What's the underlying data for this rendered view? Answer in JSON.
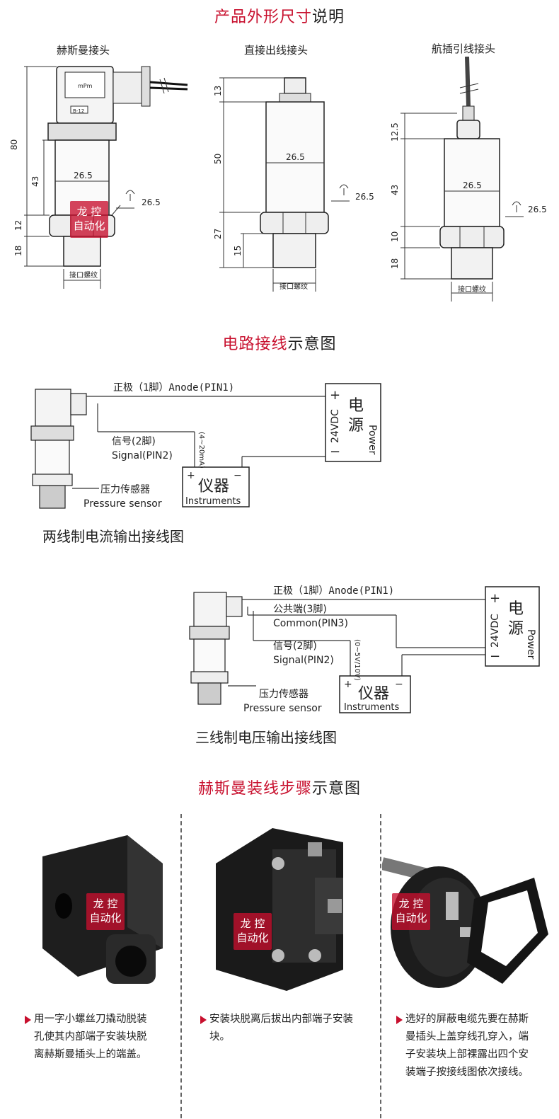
{
  "section1": {
    "title_red": "产品外形尺寸",
    "title_black": "说明"
  },
  "dims": {
    "titles": [
      "赫斯曼接头",
      "直接出线接头",
      "航插引线接头"
    ],
    "hirschmann": {
      "d80": "80",
      "d43": "43",
      "d12": "12",
      "d18": "18",
      "dia": "26.5",
      "hex": "26.5",
      "thread": "接口螺纹",
      "plate1": "mPm",
      "plate2": "B-12"
    },
    "direct": {
      "d13": "13",
      "d50": "50",
      "d27": "27",
      "d15": "15",
      "dia": "26.5",
      "hex": "26.5",
      "thread": "接口螺纹"
    },
    "aviation": {
      "d125": "12.5",
      "d43": "43",
      "d10": "10",
      "d18": "18",
      "dia": "26.5",
      "hex": "26.5",
      "thread": "接口螺纹"
    }
  },
  "section2": {
    "title_red": "电路接线",
    "title_black": "示意图"
  },
  "two_wire": {
    "anode": "正极（1脚）Anode(PIN1)",
    "signal_cn": "信号(2脚)",
    "signal_en": "Signal(PIN2)",
    "range": "(4~20mA)",
    "sensor_cn": "压力传感器",
    "sensor_en": "Pressure sensor",
    "power_cn1": "电",
    "power_cn2": "源",
    "power_en": "Power",
    "vdc": "24VDC",
    "inst_cn": "仪器",
    "inst_en": "Instruments",
    "caption": "两线制电流输出接线图"
  },
  "three_wire": {
    "anode": "正极（1脚）Anode(PIN1)",
    "common_cn": "公共端(3脚)",
    "common_en": "Common(PIN3)",
    "signal_cn": "信号(2脚)",
    "signal_en": "Signal(PIN2)",
    "range": "(0~5V/10V)",
    "sensor_cn": "压力传感器",
    "sensor_en": "Pressure sensor",
    "power_cn1": "电",
    "power_cn2": "源",
    "power_en": "Power",
    "vdc": "24VDC",
    "inst_cn": "仪器",
    "inst_en": "Instruments",
    "caption": "三线制电压输出接线图"
  },
  "section3": {
    "title_red": "赫斯曼装线步骤",
    "title_black": "示意图"
  },
  "watermark": {
    "line1": "龙 控",
    "line2": "自动化"
  },
  "steps": [
    {
      "text": "用一字小螺丝刀撬动脱装孔使其内部端子安装块脱离赫斯曼插头上的端盖。"
    },
    {
      "text": "安装块脱离后拔出内部端子安装块。"
    },
    {
      "text": "选好的屏蔽电缆先要在赫斯曼插头上盖穿线孔穿入，端子安装块上部裸露出四个安装端子按接线图依次接线。"
    }
  ],
  "colors": {
    "accent": "#c8102e",
    "line": "#333333"
  }
}
